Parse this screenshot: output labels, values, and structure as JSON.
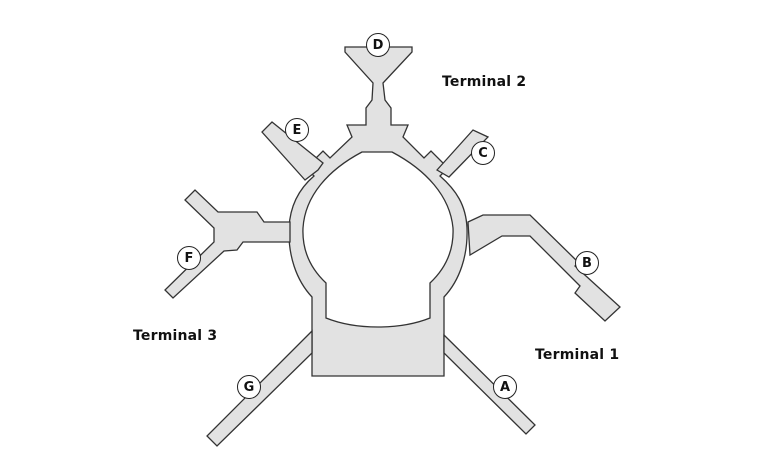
{
  "map": {
    "fill_color": "#e2e2e2",
    "stroke_color": "#333333",
    "background": "#ffffff"
  },
  "terminals": [
    {
      "id": "t1",
      "label": "Terminal 1"
    },
    {
      "id": "t2",
      "label": "Terminal 2"
    },
    {
      "id": "t3",
      "label": "Terminal 3"
    }
  ],
  "gates": [
    {
      "id": "A",
      "label": "A",
      "terminal": "Terminal 1"
    },
    {
      "id": "B",
      "label": "B",
      "terminal": "Terminal 1"
    },
    {
      "id": "C",
      "label": "C",
      "terminal": "Terminal 2"
    },
    {
      "id": "D",
      "label": "D",
      "terminal": "Terminal 2"
    },
    {
      "id": "E",
      "label": "E",
      "terminal": "Terminal 2"
    },
    {
      "id": "F",
      "label": "F",
      "terminal": "Terminal 3"
    },
    {
      "id": "G",
      "label": "G",
      "terminal": "Terminal 3"
    }
  ]
}
